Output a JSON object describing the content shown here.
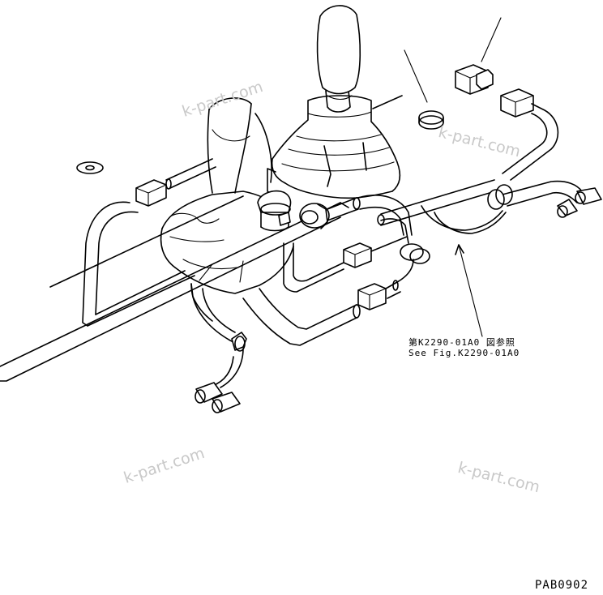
{
  "callout": {
    "line1": "第K2290-01A0 図参照",
    "line2": "See Fig.K2290-01A0"
  },
  "watermark": "k-part.com",
  "drawing_code": "PAB0902",
  "colors": {
    "line": "#000000",
    "watermark": "#c9c9c9",
    "background": "#ffffff"
  }
}
